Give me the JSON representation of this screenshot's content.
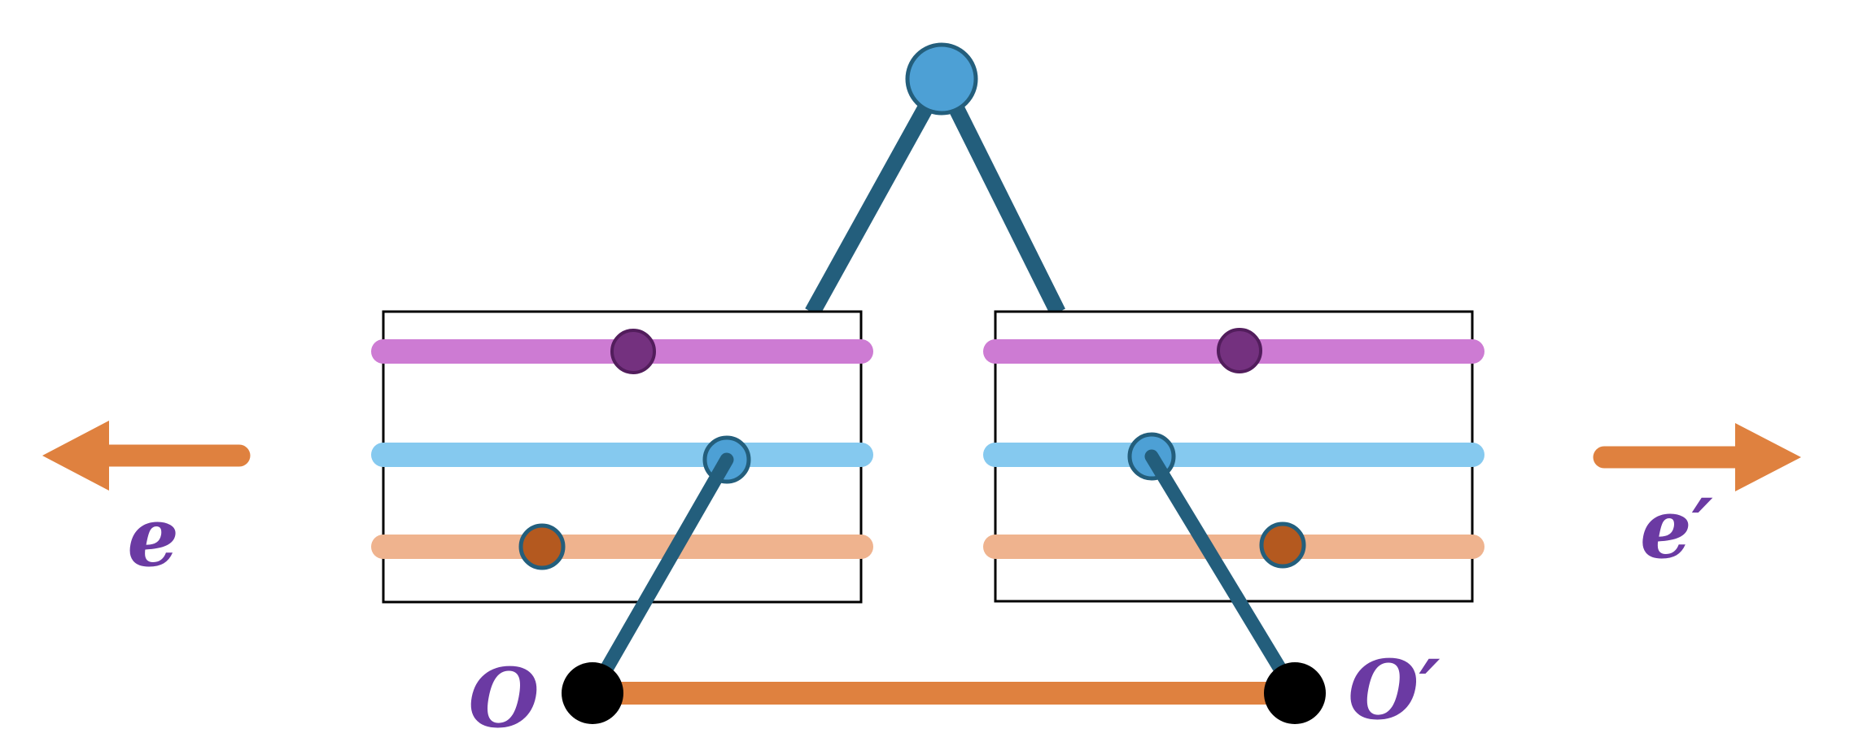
{
  "labels": {
    "boost_left": "e",
    "boost_right": "e′",
    "origin_left": "O",
    "origin_right": "O′"
  },
  "colors": {
    "box-border": "#000000",
    "bar-magenta": "#CD7BD3",
    "bar-blue": "#85C9EF",
    "bar-peach": "#EFB38E",
    "dark-teal": "#235E7C",
    "node-blue": "#4DA0D5",
    "plum": "#74317F",
    "plum-dark": "#521D5C",
    "rust": "#B4591F",
    "orange": "#DF813F",
    "label-purple": "#6B3AA3",
    "black": "#000000"
  },
  "diagram": {
    "type": "spacetime-frames-sketch",
    "apex_node": "blue-circle",
    "frames": [
      {
        "side": "left",
        "worldlines": [
          "magenta",
          "light-blue",
          "peach"
        ],
        "event_dots": [
          "dark-purple-on-magenta",
          "blue-on-light-blue",
          "rust-on-peach"
        ],
        "arrow_direction": "left",
        "arrow_label": "e",
        "origin_label": "O"
      },
      {
        "side": "right",
        "worldlines": [
          "magenta",
          "light-blue",
          "peach"
        ],
        "event_dots": [
          "dark-purple-on-magenta",
          "blue-on-light-blue",
          "rust-on-peach"
        ],
        "arrow_direction": "right",
        "arrow_label": "e′",
        "origin_label": "O′"
      }
    ],
    "baseline": "orange-segment-between-black-origin-dots"
  }
}
